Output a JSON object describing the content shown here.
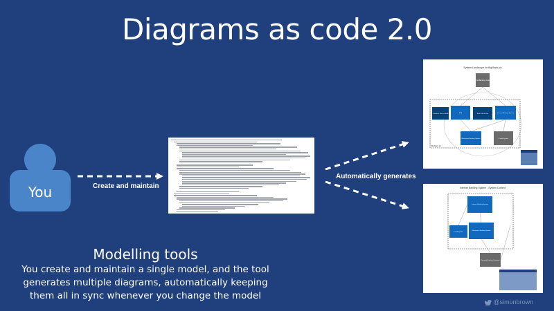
{
  "slide": {
    "title": "Diagrams as code 2.0",
    "caption_title": "Modelling tools",
    "caption_lines": [
      "You create and maintain a single model, and the tool",
      "generates multiple diagrams, automatically keeping",
      "them all in sync whenever you change the model"
    ],
    "handle": "@simonbrown"
  },
  "flow": {
    "person_label": "You",
    "edge_1_label": "Create and maintain",
    "edge_2_label": "Automatically generates"
  },
  "diagram_1": {
    "title": "System Landscape for Big Bank plc",
    "customer": "Personal Banking Customer",
    "boundary": "Big Bank plc",
    "elements": [
      "Customer Service Staff",
      "ATM",
      "Back Office Staff",
      "Internet Banking System",
      "Mainframe Banking System",
      "E-mail System"
    ]
  },
  "diagram_2": {
    "title": "Internet Banking System - System Context",
    "elements": [
      "Internet Banking System",
      "E-mail System",
      "Mainframe Banking System",
      "Personal Banking Customer"
    ]
  },
  "colors": {
    "background": "#1f3f7d",
    "person": "#4a84c9",
    "system": "#1168bd",
    "external": "#999999",
    "person_box": "#08427b"
  }
}
